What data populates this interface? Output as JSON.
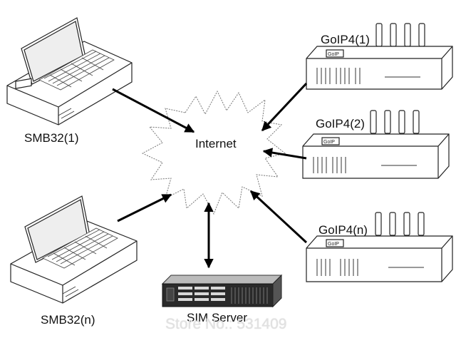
{
  "labels": {
    "internet": "Internet",
    "smb32_1": "SMB32(1)",
    "smb32_n": "SMB32(n)",
    "goip4_1": "GoIP4(1)",
    "goip4_2": "GoIP4(2)",
    "goip4_n": "GoIP4(n)",
    "sim_server": "SIM Server",
    "device_brand": "GoIP"
  },
  "watermark": "Store No.: 531409",
  "colors": {
    "ink": "#111111",
    "arrow": "#000000",
    "server_body": "#2a2a2a"
  }
}
